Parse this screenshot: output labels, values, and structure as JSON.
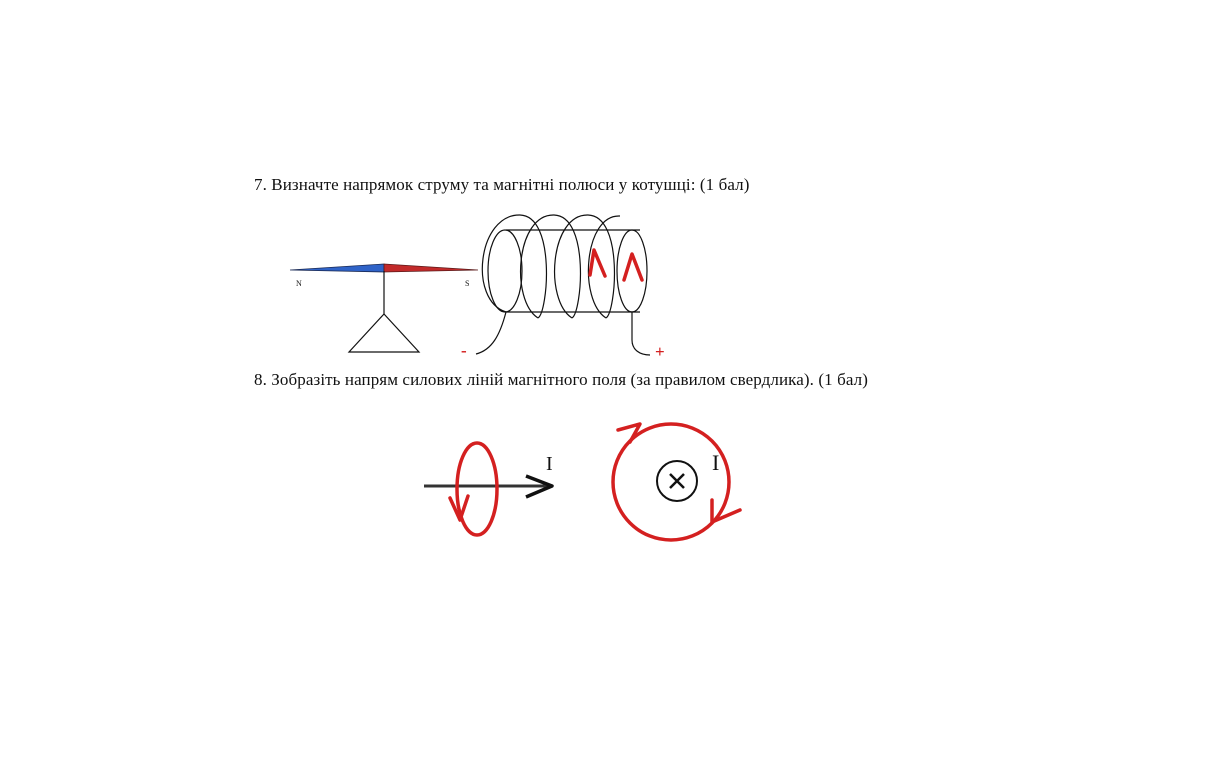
{
  "questions": [
    {
      "text": "7. Визначте напрямок струму та магнітні полюси у котушці: (1 бал)"
    },
    {
      "text": "8. Зобразіть напрям силових ліній магнітного поля (за правилом свердлика). (1 бал)"
    }
  ],
  "compass": {
    "north_label": "N",
    "south_label": "S"
  },
  "coil": {
    "minus_label": "-",
    "plus_label": "+"
  },
  "wires": {
    "current_label": "I"
  },
  "colors": {
    "ink": "#111111",
    "annotation_red": "#d42020",
    "needle_north": "#2f63c8",
    "needle_south": "#c22a2a"
  }
}
